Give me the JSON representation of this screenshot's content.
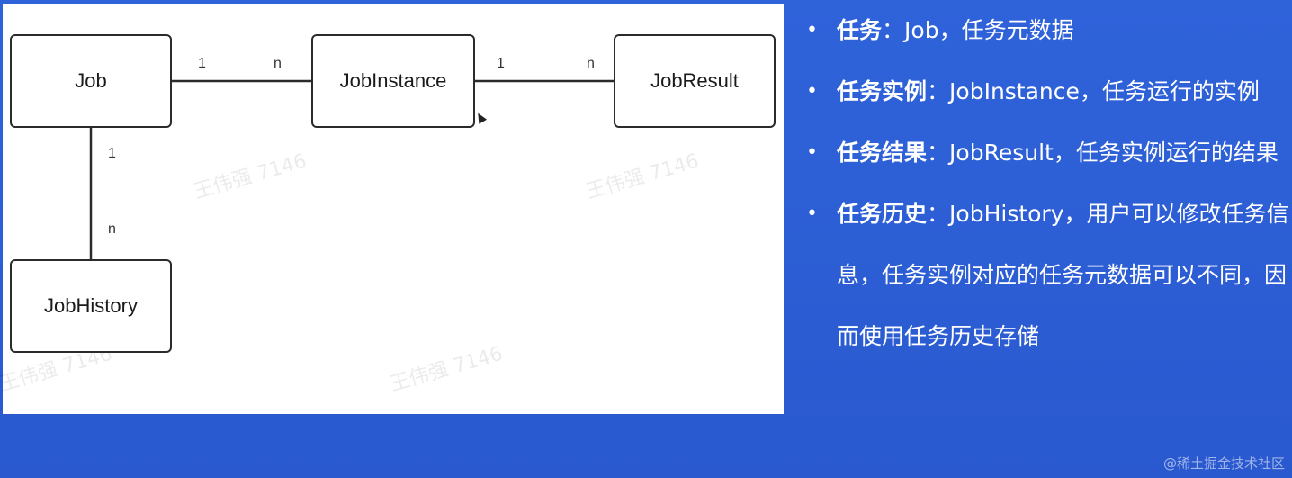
{
  "diagram": {
    "boxes": {
      "job": "Job",
      "job_instance": "JobInstance",
      "job_result": "JobResult",
      "job_history": "JobHistory"
    },
    "multiplicities": {
      "job_instance_left": "1",
      "job_instance_right": "n",
      "instance_result_left": "1",
      "instance_result_right": "n",
      "job_history_top": "1",
      "job_history_bottom": "n"
    },
    "watermark": "王伟强 7146"
  },
  "bullets": [
    {
      "term": "任务",
      "sep": "：",
      "text": "Job，任务元数据"
    },
    {
      "term": "任务实例",
      "sep": "：",
      "text": "JobInstance，任务运行的实例"
    },
    {
      "term": "任务结果",
      "sep": "：",
      "text": "JobResult，任务实例运行的结果"
    },
    {
      "term": "任务历史",
      "sep": "：",
      "text": "JobHistory，用户可以修改任务信息，任务实例对应的任务元数据可以不同，因而使用任务历史存储"
    }
  ],
  "footer_watermark": "@稀土掘金技术社区",
  "colors": {
    "background": "#2c5ed6",
    "canvas": "#ffffff",
    "text_on_blue": "#ffffff"
  }
}
